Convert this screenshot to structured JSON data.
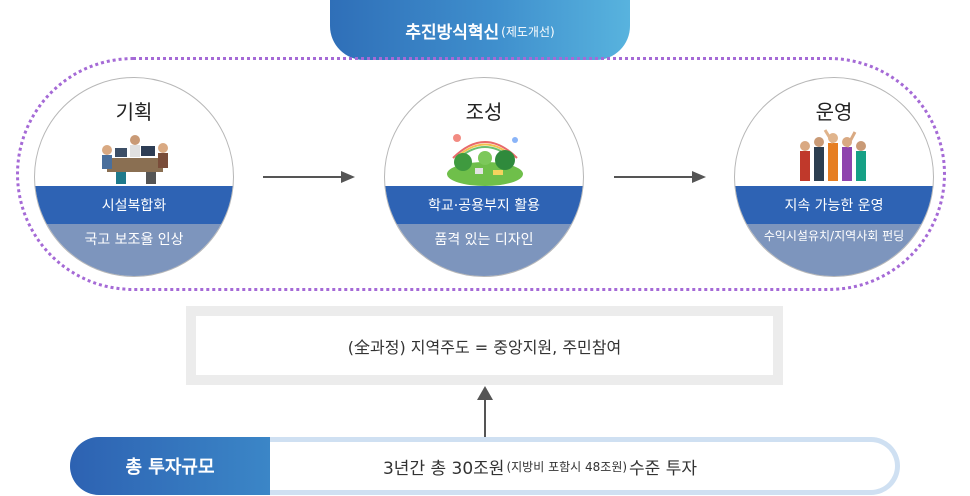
{
  "header": {
    "title": "추진방식혁신",
    "subtitle": "(제도개선)"
  },
  "stages": [
    {
      "title": "기획",
      "main": "시설복합화",
      "sub": "국고 보조율 인상",
      "illustration": "meeting-people-icon"
    },
    {
      "title": "조성",
      "main": "학교·공용부지 활용",
      "sub": "품격 있는 디자인",
      "illustration": "park-landscape-icon"
    },
    {
      "title": "운영",
      "main": "지속 가능한 운영",
      "sub": "수익시설유치/ 지역사회 펀딩",
      "sub_line1": "수익시설유치/",
      "sub_line2": "지역사회 펀딩",
      "illustration": "crowd-icon"
    }
  ],
  "middle": {
    "text": "(全과정) 지역주도 = 중앙지원, 주민참여"
  },
  "investment": {
    "label": "총 투자규모",
    "text_main": "3년간 총 30조원",
    "text_sub": "(지방비 포함시 48조원)",
    "text_end": "수준 투자"
  },
  "colors": {
    "primary": "#2e63b4",
    "secondary": "#7d95bd",
    "dotted_border": "#a56ad6",
    "accent_light": "#58b3de"
  }
}
